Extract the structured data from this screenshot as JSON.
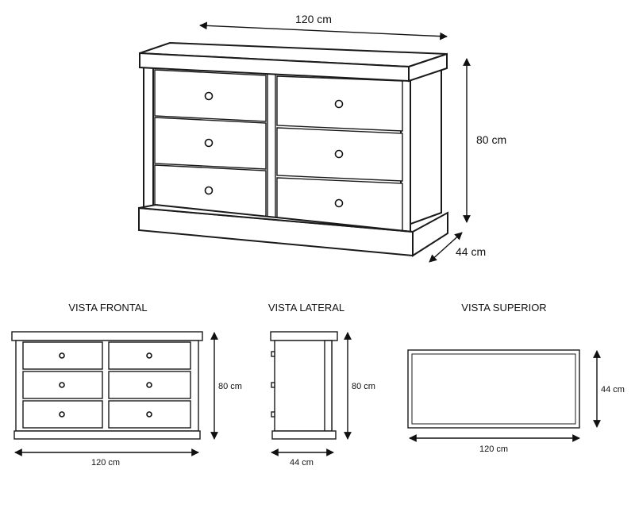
{
  "iso": {
    "width_label": "120 cm",
    "height_label": "80 cm",
    "depth_label": "44 cm"
  },
  "front": {
    "title": "VISTA FRONTAL",
    "width_label": "120 cm",
    "height_label": "80 cm"
  },
  "side": {
    "title": "VISTA LATERAL",
    "depth_label": "44 cm",
    "height_label": "80 cm"
  },
  "top": {
    "title": "VISTA SUPERIOR",
    "width_label": "120 cm",
    "depth_label": "44 cm"
  },
  "colors": {
    "line": "#1a1a1a",
    "background": "#ffffff"
  }
}
